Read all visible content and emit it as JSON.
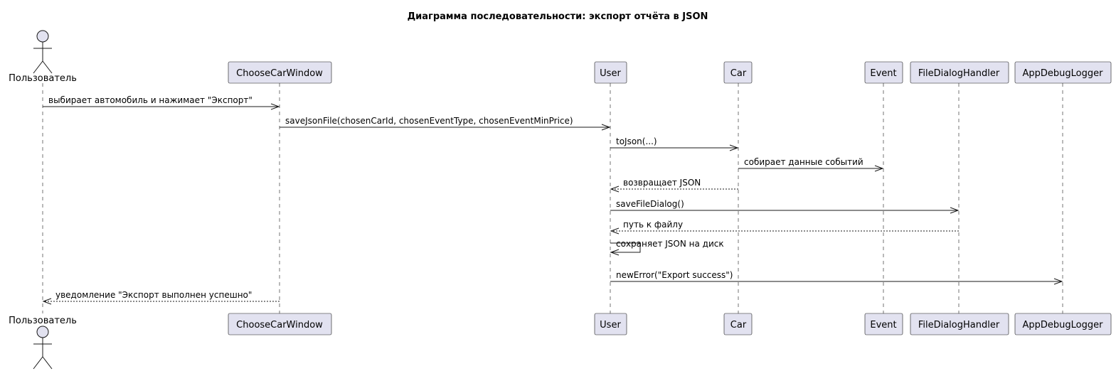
{
  "title": "Диаграмма последовательности: экспорт отчёта в JSON",
  "participants": [
    {
      "id": "user_actor",
      "label": "Пользователь",
      "kind": "actor"
    },
    {
      "id": "ccw",
      "label": "ChooseCarWindow",
      "kind": "box"
    },
    {
      "id": "user",
      "label": "User",
      "kind": "box"
    },
    {
      "id": "car",
      "label": "Car",
      "kind": "box"
    },
    {
      "id": "event",
      "label": "Event",
      "kind": "box"
    },
    {
      "id": "fdh",
      "label": "FileDialogHandler",
      "kind": "box"
    },
    {
      "id": "logger",
      "label": "AppDebugLogger",
      "kind": "box"
    }
  ],
  "messages": [
    {
      "from": "user_actor",
      "to": "ccw",
      "label": "выбирает автомобиль и нажимает \"Экспорт\"",
      "type": "sync"
    },
    {
      "from": "ccw",
      "to": "user",
      "label": "saveJsonFile(chosenCarId, chosenEventType, chosenEventMinPrice)",
      "type": "sync"
    },
    {
      "from": "user",
      "to": "car",
      "label": "toJson(...)",
      "type": "sync"
    },
    {
      "from": "car",
      "to": "event",
      "label": "собирает данные событий",
      "type": "sync"
    },
    {
      "from": "car",
      "to": "user",
      "label": "возвращает JSON",
      "type": "return"
    },
    {
      "from": "user",
      "to": "fdh",
      "label": "saveFileDialog()",
      "type": "sync"
    },
    {
      "from": "fdh",
      "to": "user",
      "label": "путь к файлу",
      "type": "return"
    },
    {
      "from": "user",
      "to": "user",
      "label": "сохраняет JSON на диск",
      "type": "self"
    },
    {
      "from": "user",
      "to": "logger",
      "label": "newError(\"Export success\")",
      "type": "sync"
    },
    {
      "from": "ccw",
      "to": "user_actor",
      "label": "уведомление \"Экспорт выполнен успешно\"",
      "type": "return"
    }
  ]
}
